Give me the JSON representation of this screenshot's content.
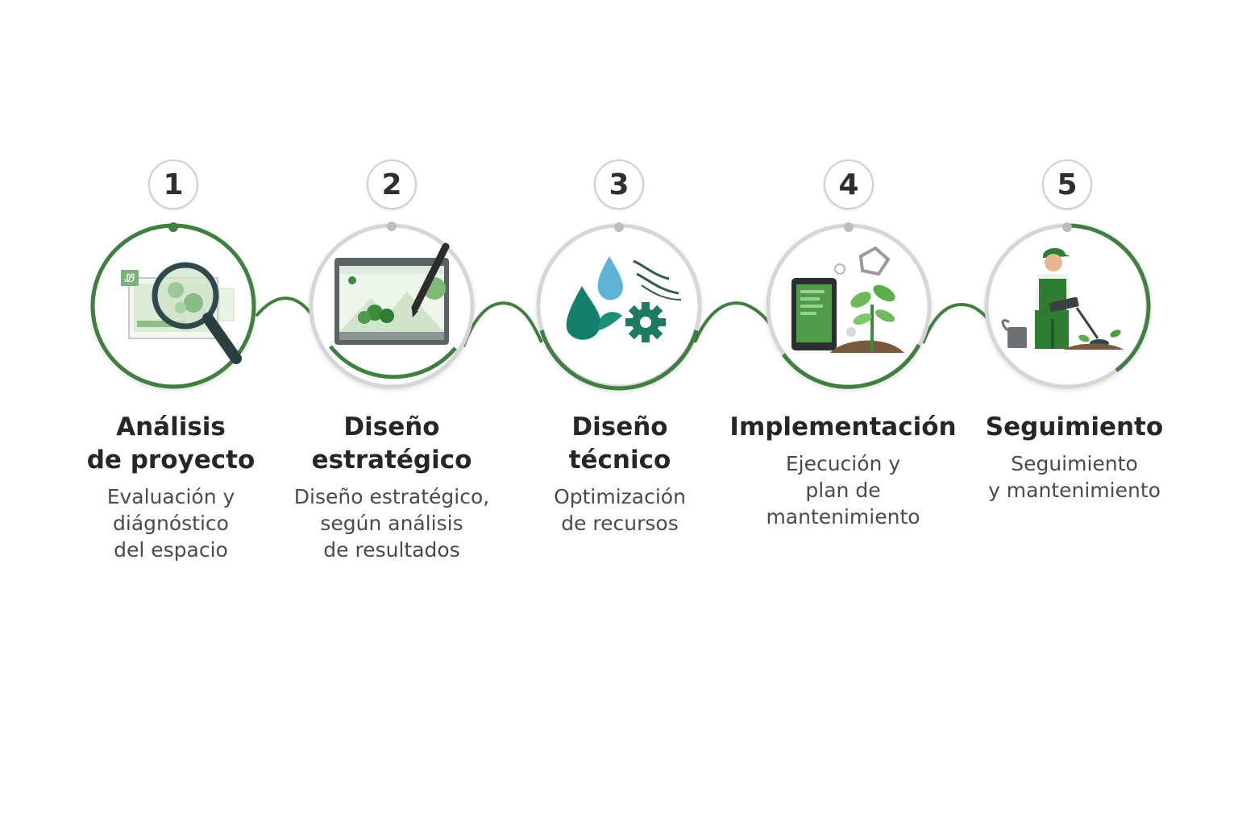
{
  "colors": {
    "accent_green": "#3f7f3f",
    "ring_grey": "#d6d6d6",
    "text_dark": "#262626",
    "text_body": "#4a4a4a",
    "water_teal": "#12806a",
    "water_blue": "#5cb3d6"
  },
  "steps": [
    {
      "number": "1",
      "title_lines": [
        "Análisis",
        "de proyecto"
      ],
      "desc_lines": [
        "Evaluación y",
        "diágnóstico",
        "del espacio"
      ],
      "icon": "magnifier-plan-icon"
    },
    {
      "number": "2",
      "title_lines": [
        "Diseño",
        "estratégico"
      ],
      "desc_lines": [
        "Diseño estratégico,",
        "según análisis",
        "de resultados"
      ],
      "icon": "design-tablet-pen-icon"
    },
    {
      "number": "3",
      "title_lines": [
        "Diseño",
        "técnico"
      ],
      "desc_lines": [
        "Optimización",
        "de recursos"
      ],
      "icon": "water-gear-icon"
    },
    {
      "number": "4",
      "title_lines": [
        "Implementación"
      ],
      "desc_lines": [
        "Ejecución y",
        "plan de",
        "mantenimiento"
      ],
      "icon": "tablet-sprout-icon"
    },
    {
      "number": "5",
      "title_lines": [
        "Seguimiento"
      ],
      "desc_lines": [
        "Seguimiento",
        "y mantenimiento"
      ],
      "icon": "gardener-icon"
    }
  ]
}
